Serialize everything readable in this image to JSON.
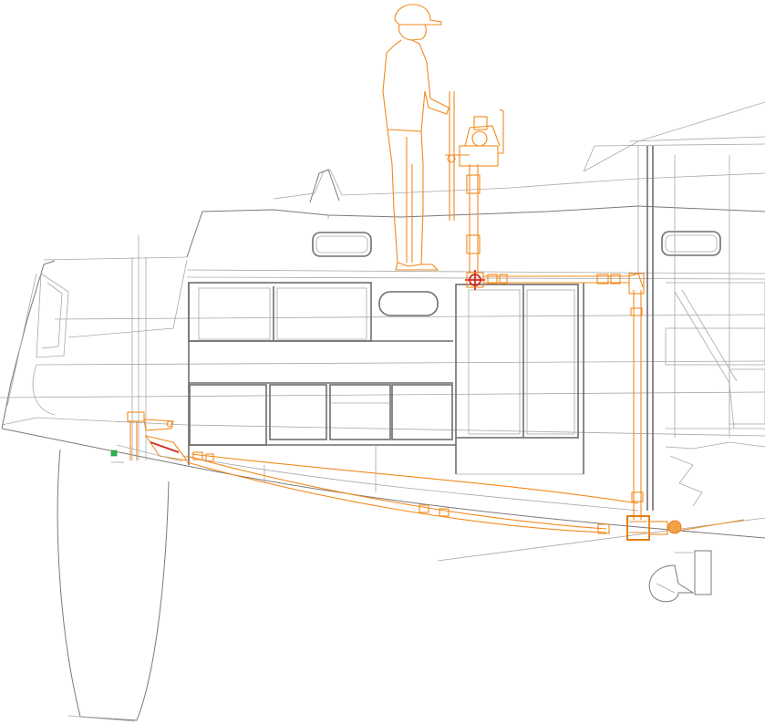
{
  "drawing": {
    "colors": {
      "structure": "#7a7a7a",
      "steering_system": "#f08a1c",
      "highlight": "#d22a1a",
      "marker": "#2fb34a",
      "background": "#ffffff"
    },
    "icons": [
      "helmsman-figure",
      "steering-wheel-pedestal",
      "rudder-stock",
      "rudder-blade",
      "saildrive-propeller"
    ]
  }
}
